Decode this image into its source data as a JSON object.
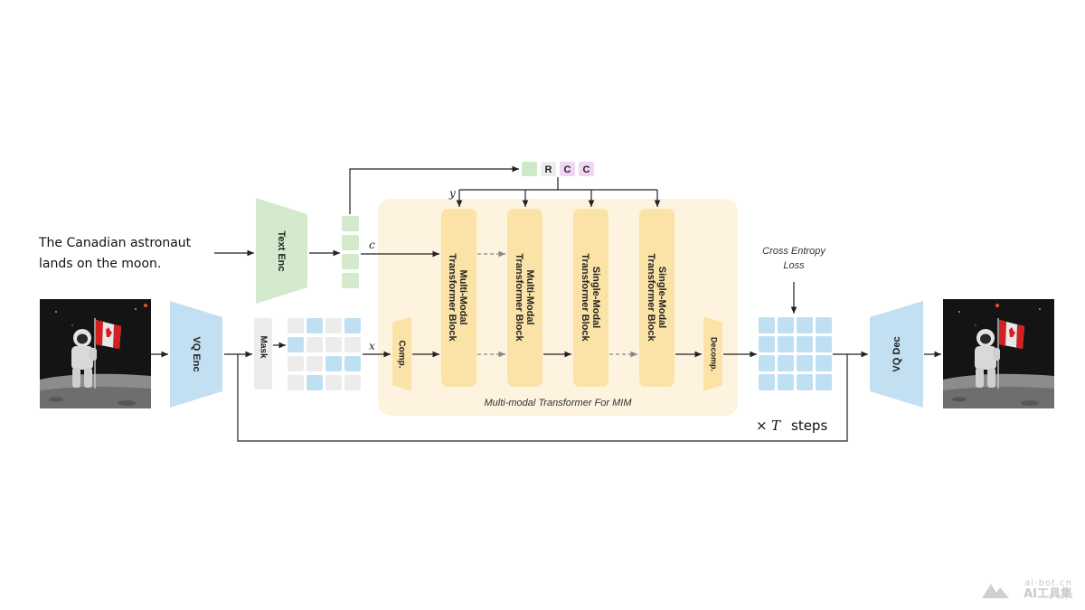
{
  "caption": {
    "line1": "The Canadian astronaut",
    "line2": "lands on the moon."
  },
  "modules": {
    "text_enc": "Text Enc",
    "vq_enc": "VQ Enc",
    "vq_dec": "VQ Dec",
    "mask": "Mask",
    "comp": "Comp.",
    "decomp": "Decomp."
  },
  "blocks": [
    {
      "line1": "Multi-Modal",
      "line2": "Transformer Block"
    },
    {
      "line1": "Multi-Modal",
      "line2": "Transformer Block"
    },
    {
      "line1": "Single-Modal",
      "line2": "Transformer Block"
    },
    {
      "line1": "Single-Modal",
      "line2": "Transformer Block"
    }
  ],
  "labels": {
    "y": "y",
    "c": "c",
    "x": "x",
    "mim_caption": "Multi-modal Transformer For MIM",
    "loss_line1": "Cross Entropy",
    "loss_line2": "Loss",
    "steps_times": "×",
    "steps_T": "T",
    "steps_word": "steps"
  },
  "conditions": [
    {
      "text": "",
      "color": "#cfe8c8"
    },
    {
      "text": "R",
      "color": "#ececec"
    },
    {
      "text": "C",
      "color": "#f0d6f2"
    },
    {
      "text": "C",
      "color": "#f0d6f2"
    }
  ],
  "colors": {
    "green": "#d3ebcc",
    "blue": "#c2e0f1",
    "cell_blue": "#bfe0f3",
    "cell_grey": "#ececec",
    "panel": "#fdf3de",
    "block": "#fbe3a8",
    "arrow": "#222222"
  },
  "watermark": {
    "line1": "ai-bot.cn",
    "line2": "AI工具集"
  }
}
